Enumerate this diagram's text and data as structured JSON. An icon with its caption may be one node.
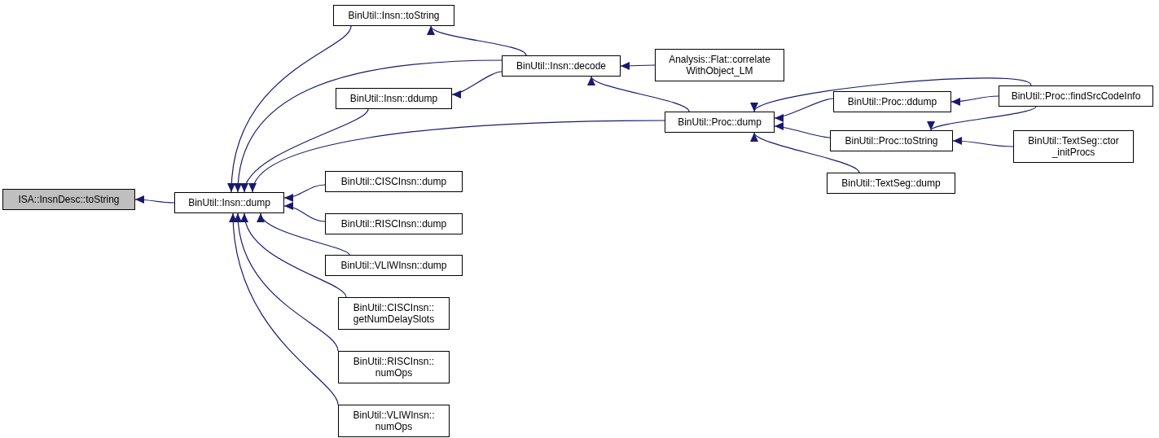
{
  "diagram": {
    "nodes": [
      {
        "text": [
          "ISA::InsnDesc::toString"
        ]
      },
      {
        "text": [
          "BinUtil::Insn::dump"
        ]
      },
      {
        "text": [
          "BinUtil::Insn::toString"
        ]
      },
      {
        "text": [
          "BinUtil::Insn::decode"
        ]
      },
      {
        "text": [
          "BinUtil::Insn::ddump"
        ]
      },
      {
        "text": [
          "Analysis::Flat::correlate WithObject_LM"
        ]
      },
      {
        "text": [
          "BinUtil::Proc::dump"
        ]
      },
      {
        "text": [
          "BinUtil::Proc::ddump"
        ]
      },
      {
        "text": [
          "BinUtil::Proc::findSrcCodeInfo"
        ]
      },
      {
        "text": [
          "BinUtil::Proc::toString"
        ]
      },
      {
        "text": [
          "BinUtil::TextSeg::ctor _initProcs"
        ]
      },
      {
        "text": [
          "BinUtil::TextSeg::dump"
        ]
      },
      {
        "text": [
          "BinUtil::CISCInsn::dump"
        ]
      },
      {
        "text": [
          "BinUtil::RISCInsn::dump"
        ]
      },
      {
        "text": [
          "BinUtil::VLIWInsn::dump"
        ]
      },
      {
        "text": [
          "BinUtil::CISCInsn:: getNumDelaySlots"
        ]
      },
      {
        "text": [
          "BinUtil::RISCInsn:: numOps"
        ]
      },
      {
        "text": [
          "BinUtil::VLIWInsn:: numOps"
        ]
      }
    ],
    "edges": [
      {
        "from": 1,
        "to": 0,
        "arrow": "to"
      },
      {
        "from": 2,
        "to": 1,
        "arrow": "to"
      },
      {
        "from": 3,
        "to": 1,
        "arrow": "to"
      },
      {
        "from": 4,
        "to": 1,
        "arrow": "to"
      },
      {
        "from": 6,
        "to": 1,
        "arrow": "to"
      },
      {
        "from": 12,
        "to": 1,
        "arrow": "to"
      },
      {
        "from": 13,
        "to": 1,
        "arrow": "to"
      },
      {
        "from": 14,
        "to": 1,
        "arrow": "to"
      },
      {
        "from": 15,
        "to": 1,
        "arrow": "to"
      },
      {
        "from": 16,
        "to": 1,
        "arrow": "to"
      },
      {
        "from": 17,
        "to": 1,
        "arrow": "to"
      },
      {
        "from": 3,
        "to": 2,
        "arrow": "to"
      },
      {
        "from": 3,
        "to": 4,
        "arrow": "to"
      },
      {
        "from": 5,
        "to": 3,
        "arrow": "to"
      },
      {
        "from": 6,
        "to": 3,
        "arrow": "to"
      },
      {
        "from": 7,
        "to": 6,
        "arrow": "to"
      },
      {
        "from": 8,
        "to": 6,
        "arrow": "to"
      },
      {
        "from": 9,
        "to": 6,
        "arrow": "to"
      },
      {
        "from": 11,
        "to": 6,
        "arrow": "to"
      },
      {
        "from": 8,
        "to": 7,
        "arrow": "to"
      },
      {
        "from": 8,
        "to": 9,
        "arrow": "to"
      },
      {
        "from": 10,
        "to": 9,
        "arrow": "to"
      }
    ]
  }
}
